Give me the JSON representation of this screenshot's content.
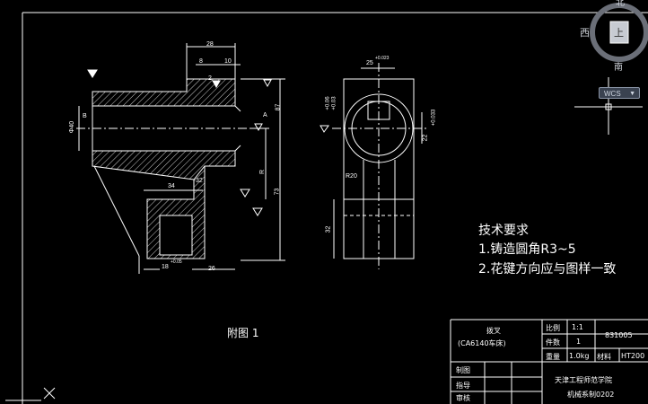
{
  "viewcube": {
    "north": "北",
    "south": "南",
    "west": "西",
    "face": "上",
    "wcs_label": "WCS"
  },
  "dimensions": {
    "d28": "28",
    "d8": "8",
    "d10": "10",
    "d2": "2",
    "d87": "87",
    "d40": "Φ40",
    "d34": "34",
    "d32a": "32",
    "d73": "73",
    "dR": "R",
    "d18": "18",
    "d26": "26",
    "d18tol": "+0.05",
    "d25": "25",
    "d25tol": "+0.023",
    "d_tolA": "+0.06",
    "d_tolB": "+0.03",
    "d22": "22",
    "d22tol": "+0.033",
    "dR20": "R20",
    "d32b": "32",
    "dA": "A",
    "dB": "B"
  },
  "technical_requirements": {
    "title": "技术要求",
    "item1": "1.铸造圆角R3~5",
    "item2": "2.花键方向应与图样一致"
  },
  "figure_caption": "附图 1",
  "title_block": {
    "part_name": "拨叉",
    "machine": "(CA6140车床)",
    "scale_label": "比例",
    "scale_value": "1:1",
    "qty_label": "件数",
    "qty_value": "1",
    "weight_label": "重量",
    "weight_value": "1.0kg",
    "material_label": "材料",
    "material_value": "HT200",
    "drawing_no": "831005",
    "drawn_label": "制图",
    "advisor_label": "指导",
    "review_label": "审核",
    "school": "天津工程师范学院",
    "class": "机械系制0202"
  },
  "colors": {
    "background": "#000000",
    "line": "#ffffff",
    "hatch": "#ffffff",
    "viewcube_ring": "#6b6f78"
  }
}
